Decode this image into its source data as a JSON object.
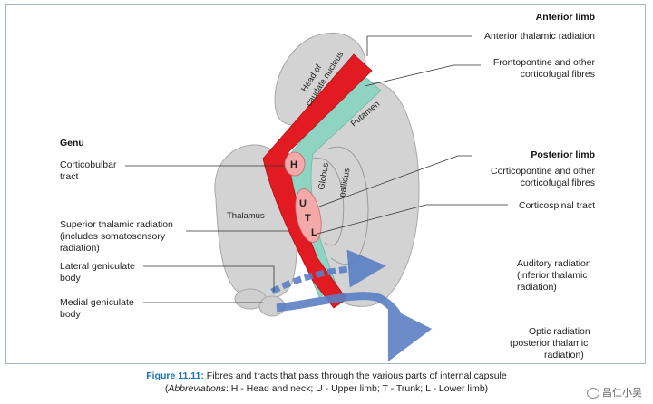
{
  "labels": {
    "anterior_limb": "Anterior limb",
    "anterior_thalamic_radiation": "Anterior thalamic radiation",
    "frontopontine_1": "Frontopontine and other",
    "frontopontine_2": "corticofugal fibres",
    "genu": "Genu",
    "corticobulbar_1": "Corticobulbar",
    "corticobulbar_2": "tract",
    "posterior_limb": "Posterior limb",
    "corticopontine_1": "Corticopontine and other",
    "corticopontine_2": "corticofugal fibres",
    "corticospinal": "Corticospinal tract",
    "superior_thalamic_1": "Superior thalamic radiation",
    "superior_thalamic_2": "(includes somatosensory",
    "superior_thalamic_3": "radiation)",
    "lateral_geniculate_1": "Lateral geniculate",
    "lateral_geniculate_2": "body",
    "medial_geniculate_1": "Medial geniculate",
    "medial_geniculate_2": "body",
    "auditory_1": "Auditory radiation",
    "auditory_2": "(inferior thalamic",
    "auditory_3": "radiation)",
    "optic_1": "Optic radiation",
    "optic_2": "(posterior thalamic",
    "optic_3": "radiation)"
  },
  "structures": {
    "caudate_1": "Head of",
    "caudate_2": "caudate nucleus",
    "putamen": "Putamen",
    "globus": "Globus",
    "pallidus": "pallidus",
    "thalamus": "Thalamus",
    "h": "H",
    "u": "U",
    "t": "T",
    "l": "L"
  },
  "caption": {
    "figure_number": "Figure 11.11:",
    "text": " Fibres and tracts that pass through the various parts of internal capsule",
    "abbr_label": "Abbreviations",
    "abbr_text": ": H - Head and neck; U - Upper limb; T - Trunk; L - Lower limb)",
    "open_paren": "("
  },
  "watermark": "昌仁小吴",
  "colors": {
    "red_tract": "#e21b23",
    "teal_band": "#8fd3c3",
    "gray_nucleus": "#cfcfcf",
    "blue_radiation": "#5b7fc4",
    "caption_blue": "#1a73b8"
  }
}
